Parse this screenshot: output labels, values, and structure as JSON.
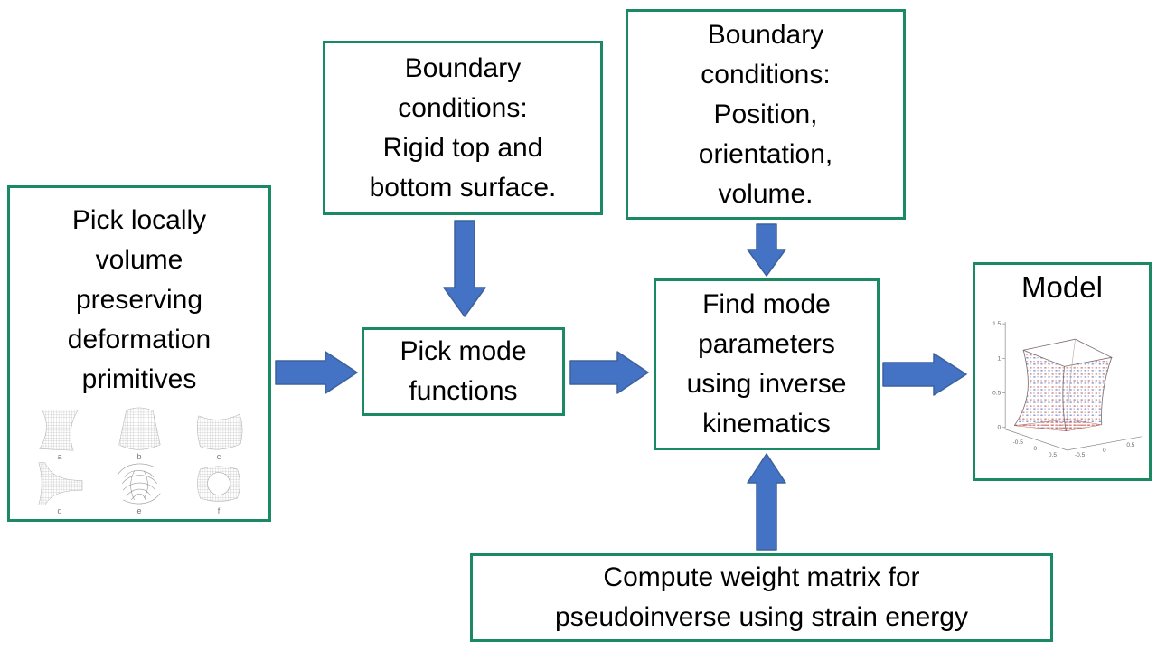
{
  "palette": {
    "box_border_green": "#1b8a63",
    "arrow_blue_fill": "#4472c4",
    "arrow_blue_stroke": "#3c619c",
    "text_color": "#000000",
    "background": "#ffffff"
  },
  "boxes": {
    "primitives": {
      "text": "Pick locally\nvolume\npreserving\ndeformation\nprimitives",
      "thumb_labels": [
        "a",
        "b",
        "c",
        "d",
        "e",
        "f"
      ]
    },
    "bc_surface": {
      "text": "Boundary\nconditions:\nRigid top and\nbottom surface."
    },
    "bc_position": {
      "text": "Boundary\nconditions:\nPosition,\norientation,\nvolume."
    },
    "mode_functions": {
      "text": "Pick mode\nfunctions"
    },
    "inverse_kinematics": {
      "text": "Find mode\nparameters\nusing inverse\nkinematics"
    },
    "model": {
      "title": "Model",
      "plot": {
        "z_ticks": [
          "1.5",
          "1",
          "0.5",
          "0"
        ],
        "x_ticks_left": [
          "-0.5",
          "0",
          "0.5"
        ],
        "x_ticks_right": [
          "-0.5",
          "0",
          "0.5"
        ]
      }
    },
    "weight_matrix": {
      "text": "Compute weight matrix for\npseudoinverse using strain energy"
    }
  }
}
